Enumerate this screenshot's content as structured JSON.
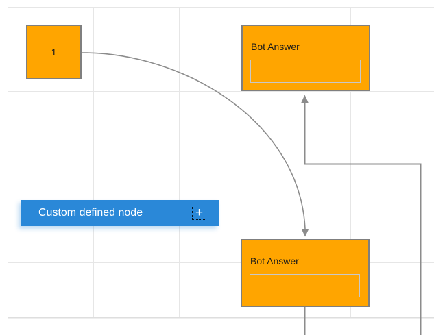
{
  "diagram": {
    "nodes": {
      "start": {
        "label": "1"
      },
      "bot_answer_top": {
        "title": "Bot Answer",
        "field_value": ""
      },
      "bot_answer_bottom": {
        "title": "Bot Answer",
        "field_value": ""
      },
      "custom_node": {
        "label": "Custom defined node",
        "icon": {
          "name": "plus-icon",
          "glyph": "+"
        }
      }
    },
    "connectors": [
      {
        "from": "start",
        "to": "bot_answer_bottom",
        "type": "bezier",
        "arrow": "target"
      },
      {
        "from": "bot_answer_bottom",
        "to": "bot_answer_top",
        "type": "orthogonal",
        "arrow": "target"
      }
    ],
    "colors": {
      "node_fill": "#FFA500",
      "node_border": "#7F7F7F",
      "inner_border": "#C8C8C8",
      "accent_blue": "#2A88D8",
      "text_dark": "#1A1A1A",
      "text_light": "#FFFFFF",
      "connector": "#8C8C8C",
      "grid_line": "#E6E6E6",
      "page_border": "#DEDEDE",
      "canvas_bg": "#FFFFFF"
    }
  }
}
